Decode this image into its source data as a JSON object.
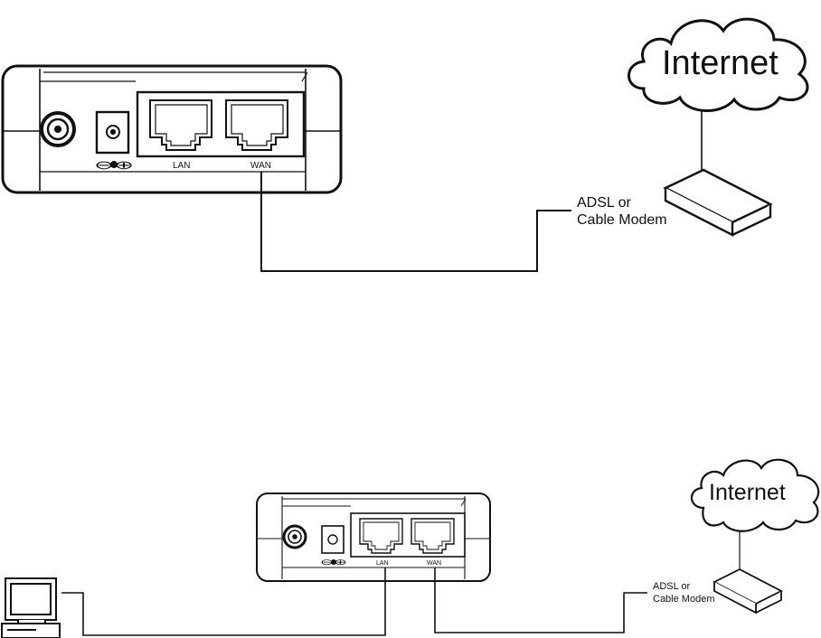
{
  "diagrams": [
    {
      "ports": {
        "lan": "LAN",
        "wan": "WAN"
      },
      "power_symbols": "⊖⊕",
      "modem_label": [
        "ADSL or",
        "Cable Modem"
      ],
      "cloud_label": "Internet"
    },
    {
      "ports": {
        "lan": "LAN",
        "wan": "WAN"
      },
      "power_symbols": "⊖⊕",
      "modem_label": [
        "ADSL or",
        "Cable Modem"
      ],
      "cloud_label": "Internet"
    }
  ],
  "colors": {
    "line": "#111111",
    "background": "#ffffff"
  }
}
